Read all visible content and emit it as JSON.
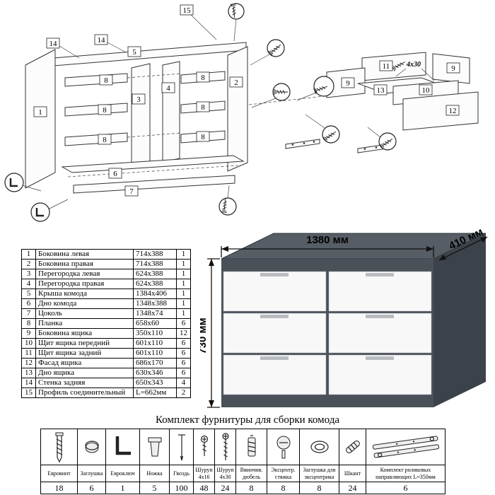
{
  "diagram": {
    "labels": {
      "n1": "1",
      "n2": "2",
      "n3": "3",
      "n4": "4",
      "n5": "5",
      "n6": "6",
      "n7": "7",
      "n8": "8",
      "n9": "9",
      "n10": "10",
      "n11": "11",
      "n12": "12",
      "n13": "13",
      "n14": "14",
      "n15": "15"
    },
    "screw_size": "4x30"
  },
  "render": {
    "width_label": "1380 мм",
    "depth_label": "410 мм",
    "height_label": "730 мм",
    "colors": {
      "top": "#565d65",
      "side": "#3c4249",
      "body": "#4a5158",
      "drawer": "#f8f8f8"
    }
  },
  "parts_table": {
    "rows": [
      {
        "num": "1",
        "name": "Боковина левая",
        "size": "714x388",
        "qty": "1"
      },
      {
        "num": "2",
        "name": "Боковина правая",
        "size": "714x388",
        "qty": "1"
      },
      {
        "num": "3",
        "name": "Перегородка левая",
        "size": "624x388",
        "qty": "1"
      },
      {
        "num": "4",
        "name": "Перегородка правая",
        "size": "624x388",
        "qty": "1"
      },
      {
        "num": "5",
        "name": "Крыша комода",
        "size": "1384x406",
        "qty": "1"
      },
      {
        "num": "6",
        "name": "Дно комода",
        "size": "1348x388",
        "qty": "1"
      },
      {
        "num": "7",
        "name": "Цоколь",
        "size": "1348x74",
        "qty": "1"
      },
      {
        "num": "8",
        "name": "Планка",
        "size": "658x60",
        "qty": "6"
      },
      {
        "num": "9",
        "name": "Боковина ящика",
        "size": "350x110",
        "qty": "12"
      },
      {
        "num": "10",
        "name": "Щит ящика передний",
        "size": "601x110",
        "qty": "6"
      },
      {
        "num": "11",
        "name": "Щит ящика задний",
        "size": "601x110",
        "qty": "6"
      },
      {
        "num": "12",
        "name": "Фасад ящика",
        "size": "686x170",
        "qty": "6"
      },
      {
        "num": "13",
        "name": "Дно ящика",
        "size": "630x346",
        "qty": "6"
      },
      {
        "num": "14",
        "name": "Стенка задняя",
        "size": "650x343",
        "qty": "4"
      },
      {
        "num": "15",
        "name": "Профиль соединительный",
        "size": "L=662мм",
        "qty": "2"
      }
    ]
  },
  "hardware": {
    "title": "Комплект фурнитуры для сборки комода",
    "items": [
      {
        "icon": "euroscrew-icon",
        "name": "Евровинт",
        "qty": "18"
      },
      {
        "icon": "cap-icon",
        "name": "Заглушка",
        "qty": "6"
      },
      {
        "icon": "hexkey-icon",
        "name": "Евроключ",
        "qty": "1"
      },
      {
        "icon": "leg-icon",
        "name": "Ножка",
        "qty": "5"
      },
      {
        "icon": "nail-icon",
        "name": "Гвоздь",
        "qty": "100"
      },
      {
        "icon": "screw-small-icon",
        "name": "Шуруп 4х16",
        "qty": "48"
      },
      {
        "icon": "screw-long-icon",
        "name": "Шуруп 4х30",
        "qty": "24"
      },
      {
        "icon": "dowel-screwin-icon",
        "name": "Ввинчив. дюбель",
        "qty": "8"
      },
      {
        "icon": "cam-lock-icon",
        "name": "Эксцентр. стяжка",
        "qty": "8"
      },
      {
        "icon": "cam-cap-icon",
        "name": "Заглушка для эксцентрика",
        "qty": "8"
      },
      {
        "icon": "wood-dowel-icon",
        "name": "Шкант",
        "qty": "24"
      },
      {
        "icon": "roller-slides-icon",
        "name": "Комплект роликовых направляющих L≈350мм",
        "qty": "6"
      }
    ]
  }
}
